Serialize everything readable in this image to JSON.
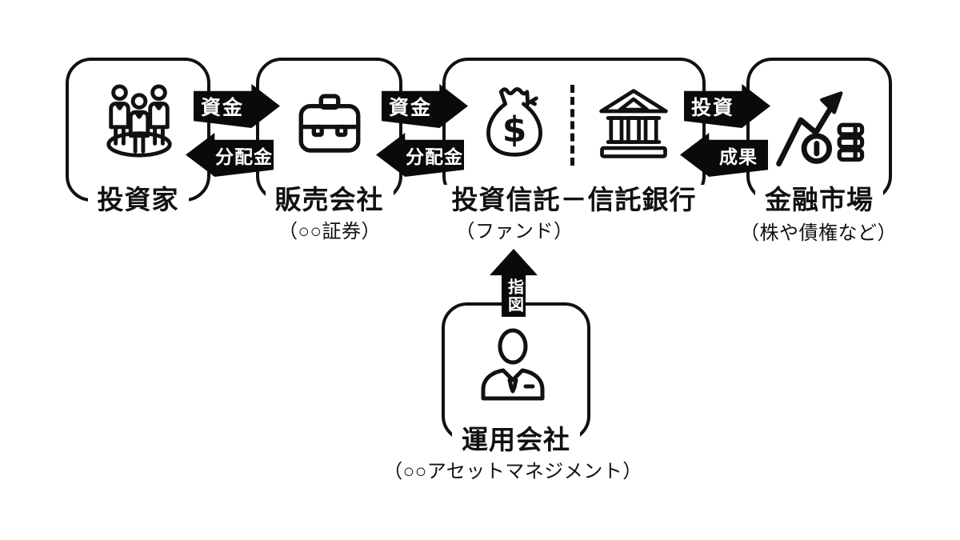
{
  "colors": {
    "ink": "#111111",
    "background": "#ffffff",
    "arrow_fill": "#0a0a0a",
    "arrow_text": "#ffffff"
  },
  "boxes": {
    "investors": {
      "label": "投資家",
      "caption": "",
      "icon": "people-group-icon"
    },
    "distributor": {
      "label": "販売会社",
      "caption": "（○○証券）",
      "icon": "briefcase-icon"
    },
    "trust_bank": {
      "label": "投資信託－信託銀行",
      "caption": "（ファンド）",
      "icon": "money-bag-icon, bank-icon"
    },
    "market": {
      "label": "金融市場",
      "caption": "（株や債権など）",
      "icon": "market-chart-icon"
    },
    "asset_manager": {
      "label": "運用会社",
      "caption": "（○○アセットマネジメント）",
      "icon": "businessman-icon"
    }
  },
  "arrows": {
    "funds1": {
      "label": "資金",
      "direction": "right",
      "from": "investors",
      "to": "distributor"
    },
    "dividends1": {
      "label": "分配金",
      "direction": "left",
      "from": "distributor",
      "to": "investors"
    },
    "funds2": {
      "label": "資金",
      "direction": "right",
      "from": "distributor",
      "to": "trust_bank"
    },
    "dividends2": {
      "label": "分配金",
      "direction": "left",
      "from": "trust_bank",
      "to": "distributor"
    },
    "invest": {
      "label": "投資",
      "direction": "right",
      "from": "trust_bank",
      "to": "market"
    },
    "results": {
      "label": "成果",
      "direction": "left",
      "from": "market",
      "to": "trust_bank"
    },
    "instruction": {
      "label": "指図",
      "direction": "up",
      "from": "asset_manager",
      "to": "trust_bank"
    }
  }
}
